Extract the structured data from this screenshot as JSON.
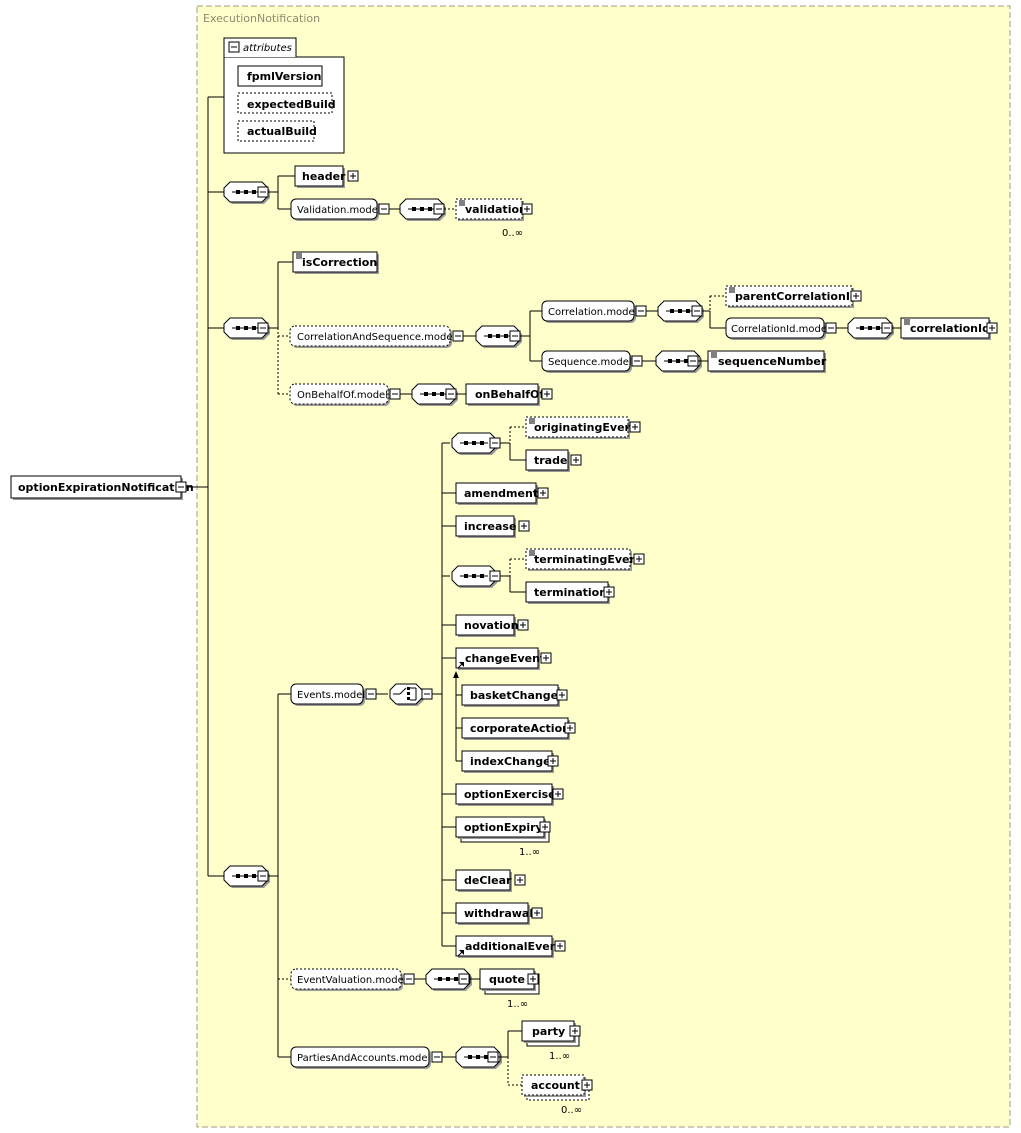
{
  "type_name": "ExecutionNotification",
  "root": {
    "label": "optionExpirationNotification"
  },
  "attributes": {
    "label": "attributes",
    "items": [
      "fpmlVersion",
      "expectedBuild",
      "actualBuild"
    ]
  },
  "groups": {
    "header": "header",
    "validation_model": "Validation.model",
    "validation": "validation",
    "validation_card": "0..∞",
    "is_correction": "isCorrection",
    "correlation_and_sequence_model": "CorrelationAndSequence.model",
    "correlation_model": "Correlation.model",
    "parent_correlation_id": "parentCorrelationId",
    "correlation_id_model": "CorrelationId.model",
    "correlation_id": "correlationId",
    "sequence_model": "Sequence.model",
    "sequence_number": "sequenceNumber",
    "on_behalf_of_model": "OnBehalfOf.model",
    "on_behalf_of": "onBehalfOf"
  },
  "events": {
    "model": "Events.model",
    "originating_event": "originatingEvent",
    "trade": "trade",
    "amendment": "amendment",
    "increase": "increase",
    "terminating_event": "terminatingEvent",
    "termination": "termination",
    "novation": "novation",
    "change_event": "changeEvent",
    "basket_change": "basketChange",
    "corporate_action": "corporateAction",
    "index_change": "indexChange",
    "option_exercise": "optionExercise",
    "option_expiry": "optionExpiry",
    "option_expiry_card": "1..∞",
    "de_clear": "deClear",
    "withdrawal": "withdrawal",
    "additional_event": "additionalEvent"
  },
  "valuation": {
    "model": "EventValuation.model",
    "quote": "quote",
    "quote_card": "1..∞"
  },
  "parties": {
    "model": "PartiesAndAccounts.model",
    "party": "party",
    "party_card": "1..∞",
    "account": "account",
    "account_card": "0..∞"
  },
  "colors": {
    "type_background": "#ffffcc",
    "type_border": "#9c9c7c",
    "type_title": "#8c8c6e"
  }
}
